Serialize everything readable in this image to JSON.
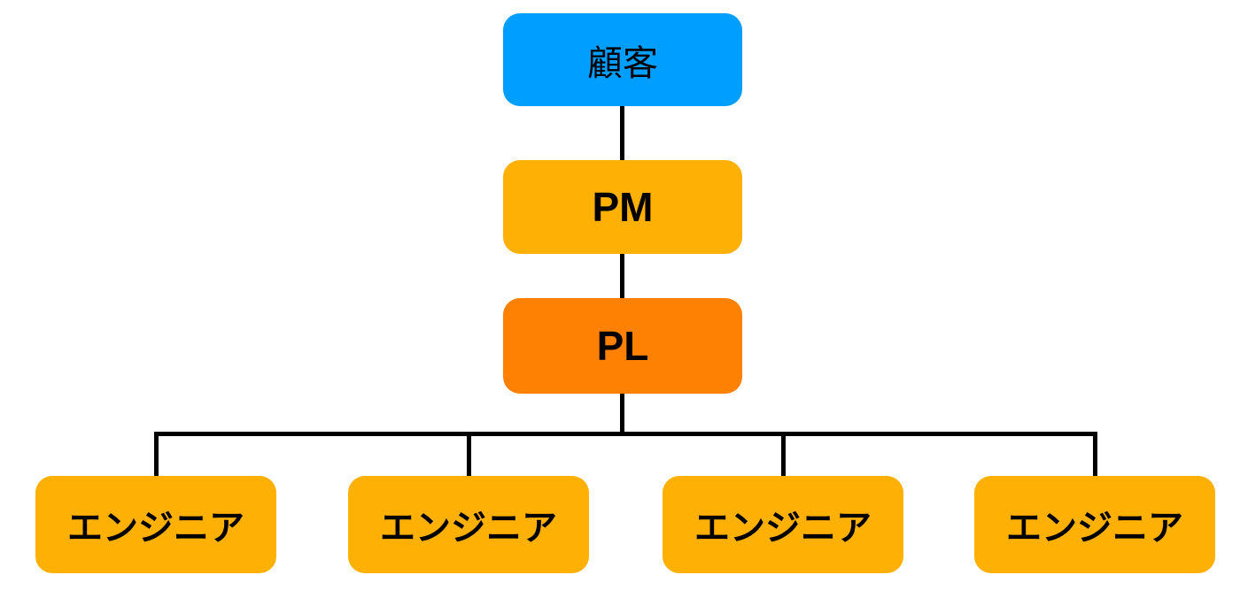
{
  "diagram": {
    "type": "org-chart",
    "background": "#ffffff",
    "line_color": "#000000",
    "text_color": "#000000",
    "nodes": [
      {
        "id": "customer",
        "label": "顧客",
        "color": "#009FFF"
      },
      {
        "id": "pm",
        "label": "PM",
        "color": "#FFB005"
      },
      {
        "id": "pl",
        "label": "PL",
        "color": "#FF8103"
      },
      {
        "id": "engineer-1",
        "label": "エンジニア",
        "color": "#FFB005"
      },
      {
        "id": "engineer-2",
        "label": "エンジニア",
        "color": "#FFB005"
      },
      {
        "id": "engineer-3",
        "label": "エンジニア",
        "color": "#FFB005"
      },
      {
        "id": "engineer-4",
        "label": "エンジニア",
        "color": "#FFB005"
      }
    ],
    "edges": [
      {
        "from": "customer",
        "to": "pm"
      },
      {
        "from": "pm",
        "to": "pl"
      },
      {
        "from": "pl",
        "to": "engineer-1"
      },
      {
        "from": "pl",
        "to": "engineer-2"
      },
      {
        "from": "pl",
        "to": "engineer-3"
      },
      {
        "from": "pl",
        "to": "engineer-4"
      }
    ]
  }
}
